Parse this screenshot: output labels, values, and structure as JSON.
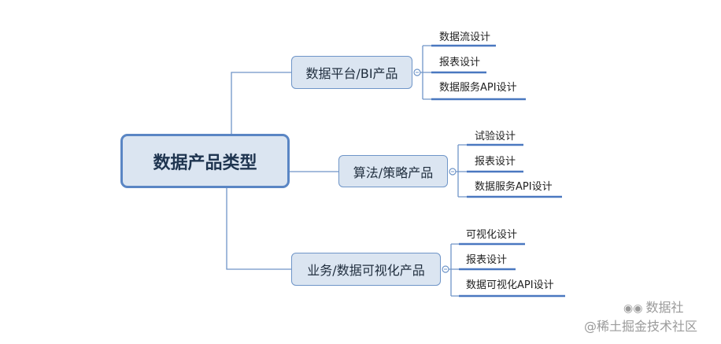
{
  "root": {
    "label": "数据产品类型"
  },
  "branches": [
    {
      "label": "数据平台/BI产品",
      "leaves": [
        "数据流设计",
        "报表设计",
        "数据服务API设计"
      ]
    },
    {
      "label": "算法/策略产品",
      "leaves": [
        "试验设计",
        "报表设计",
        "数据服务API设计"
      ]
    },
    {
      "label": "业务/数据可视化产品",
      "leaves": [
        "可视化设计",
        "报表设计",
        "数据可视化API设计"
      ]
    }
  ],
  "watermark": {
    "wechat": "数据社",
    "source": "@稀土掘金技术社区",
    "icon": "wechat-icon"
  },
  "colors": {
    "node_fill": "#dbe5f1",
    "node_border": "#6f95c8",
    "connector": "#6f95c8",
    "underline": "#4a78c0"
  }
}
